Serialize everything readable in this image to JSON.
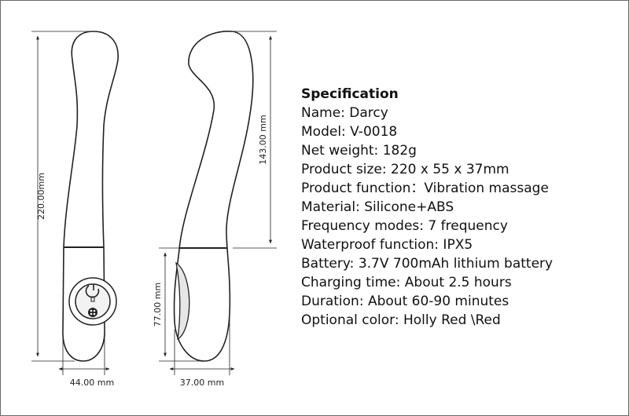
{
  "dimensions": {
    "front_height": "220.00mm",
    "side_upper_height": "143.00 mm",
    "side_lower_height": "77.00 mm",
    "front_width": "44.00 mm",
    "side_width": "37.00 mm"
  },
  "spec": {
    "title": "Specification",
    "lines": [
      "Name: Darcy",
      "Model: V-0018",
      "Net weight: 182g",
      "Product size: 220 x 55 x 37mm",
      "Product function：Vibration massage",
      "Material: Silicone+ABS",
      "Frequency modes: 7 frequency",
      "Waterproof function: IPX5",
      "Battery: 3.7V 700mAh lithium battery",
      "Charging time: About 2.5 hours",
      "Duration: About 60-90 minutes",
      "Optional color: Holly Red \\Red"
    ]
  }
}
